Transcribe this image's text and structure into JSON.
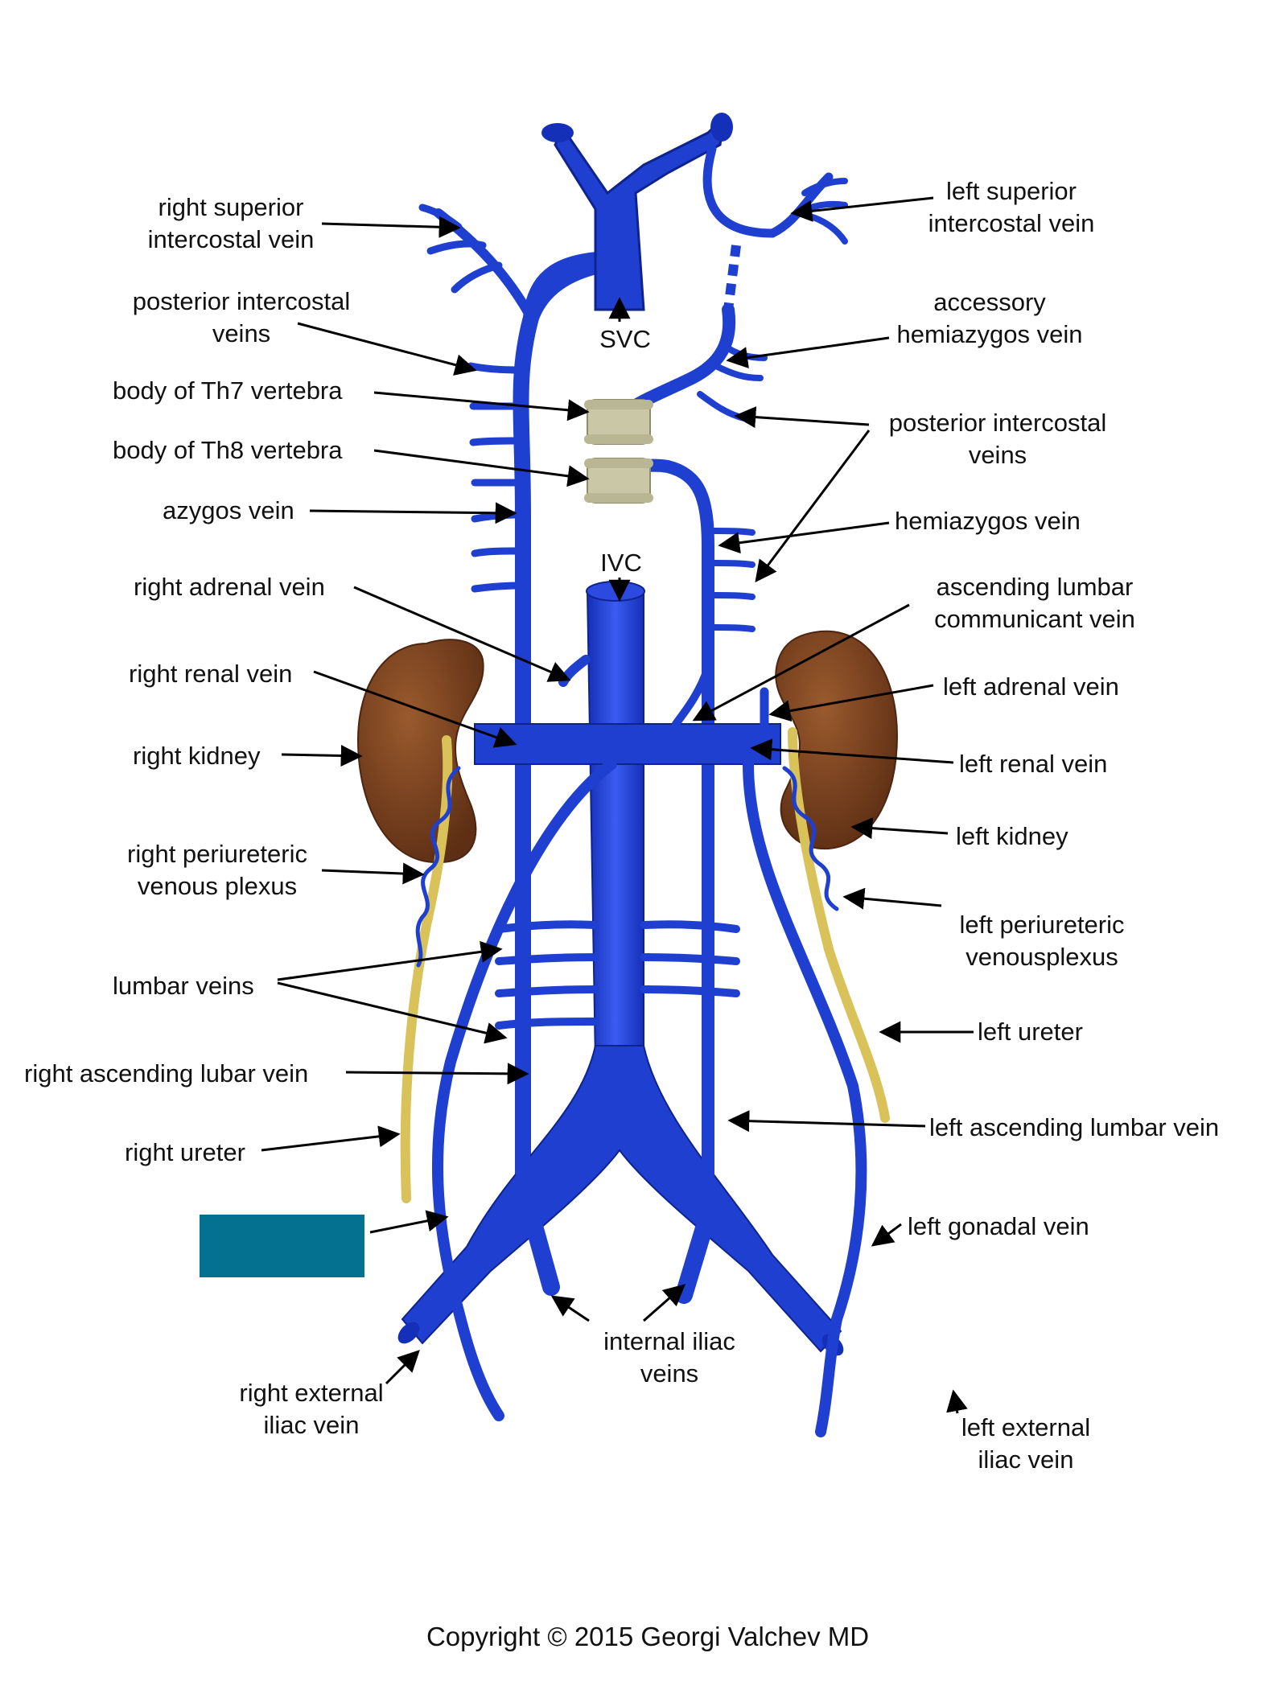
{
  "colors": {
    "vein": "#1e3fd0",
    "vein_dark": "#0f238f",
    "vein_light": "#3f63f2",
    "kidney": "#7a3f1d",
    "kidney_light": "#9a5a2e",
    "ureter": "#d9c25a",
    "vertebra": "#c9c7a6",
    "hidden_label_box": "#03718f",
    "arrow": "#000000",
    "text": "#111111"
  },
  "labels": {
    "right_superior_intercostal": [
      "right superior",
      "intercostal vein"
    ],
    "left_superior_intercostal": [
      "left superior",
      "intercostal vein"
    ],
    "posterior_intercostal_right": [
      "posterior intercostal",
      "veins"
    ],
    "svc": "SVC",
    "accessory_hemiazygos": [
      "accessory",
      "hemiazygos vein"
    ],
    "th7": "body of Th7 vertebra",
    "th8": "body of Th8 vertebra",
    "posterior_intercostal_left": [
      "posterior intercostal",
      "veins"
    ],
    "azygos": "azygos vein",
    "hemiazygos": "hemiazygos vein",
    "ivc": "IVC",
    "right_adrenal": "right adrenal vein",
    "ascending_lumbar_communicant": [
      "ascending lumbar",
      "communicant vein"
    ],
    "right_renal": "right renal vein",
    "left_adrenal": "left adrenal vein",
    "right_kidney": "right kidney",
    "left_renal": "left renal vein",
    "left_kidney": "left kidney",
    "right_periureteric": [
      "right periureteric",
      "venous plexus"
    ],
    "left_periureteric": [
      "left periureteric",
      "venousplexus"
    ],
    "lumbar_veins": "lumbar veins",
    "left_ureter": "left ureter",
    "right_ascending_lumbar": "right ascending lubar vein",
    "left_ascending_lumbar": "left ascending lumbar vein",
    "right_ureter": "right ureter",
    "left_gonadal": "left gonadal vein",
    "internal_iliac": [
      "internal iliac",
      "veins"
    ],
    "right_external_iliac": [
      "right external",
      "iliac vein"
    ],
    "left_external_iliac": [
      "left external",
      "iliac vein"
    ]
  },
  "copyright": "Copyright © 2015 Georgi Valchev MD"
}
